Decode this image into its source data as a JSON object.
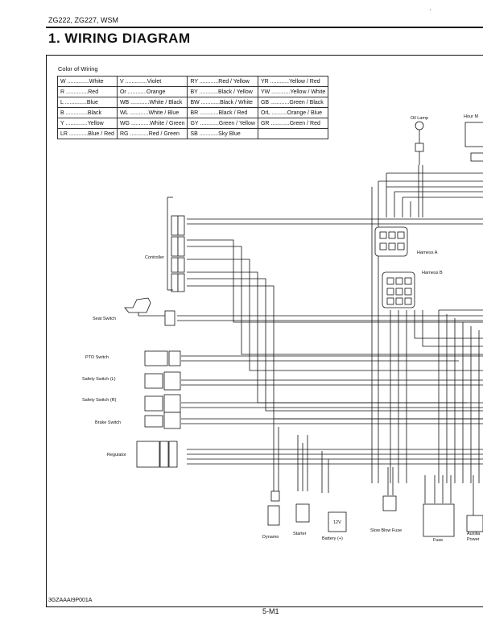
{
  "header": {
    "model": "ZG222, ZG227, WSM",
    "title": "1. WIRING DIAGRAM"
  },
  "color_of_wiring": {
    "title": "Color of Wiring",
    "rows": [
      [
        [
          "W",
          "White"
        ],
        [
          "V",
          "Violet"
        ],
        [
          "RY",
          "Red / Yellow"
        ],
        [
          "YR",
          "Yellow / Red"
        ]
      ],
      [
        [
          "R",
          "Red"
        ],
        [
          "Or",
          "Orange"
        ],
        [
          "BY",
          "Black / Yellow"
        ],
        [
          "YW",
          "Yellow / White"
        ]
      ],
      [
        [
          "L",
          "Blue"
        ],
        [
          "WB",
          "White / Black"
        ],
        [
          "BW",
          "Black / White"
        ],
        [
          "GB",
          "Green / Black"
        ]
      ],
      [
        [
          "B",
          "Black"
        ],
        [
          "WL",
          "White / Blue"
        ],
        [
          "BR",
          "Black / Red"
        ],
        [
          "OrL",
          "Orange / Blue"
        ]
      ],
      [
        [
          "Y",
          "Yellow"
        ],
        [
          "WG",
          "White / Green"
        ],
        [
          "GY",
          "Green / Yellow"
        ],
        [
          "GR",
          "Green / Red"
        ]
      ],
      [
        [
          "LR",
          "Blue / Red"
        ],
        [
          "RG",
          "Red / Green"
        ],
        [
          "SB",
          "Sky Blue"
        ],
        [
          "",
          ""
        ]
      ]
    ]
  },
  "components": {
    "oil_lamp": "Oil Lamp",
    "hour_meter": "Hour M",
    "controller": "Controller",
    "harness_a": "Harness A",
    "harness_b": "Harness B",
    "seat_switch": "Seat Switch",
    "pto_switch": "PTO Switch",
    "safety_switch_l": "Safety Switch (L)",
    "safety_switch_r": "Safety Switch (R)",
    "brake_switch": "Brake Switch",
    "regulator": "Regulator",
    "dynamo": "Dynamo",
    "starter": "Starter",
    "battery": "Battery (+)",
    "battery_voltage": "12V",
    "slow_blow_fuse": "Slow Blow Fuse",
    "fuse": "Fuse",
    "auxiliary": "Auxilia",
    "power": "Power"
  },
  "footer": {
    "drawing_code": "3GZAAAI9P001A",
    "page_number": "5-M1"
  }
}
